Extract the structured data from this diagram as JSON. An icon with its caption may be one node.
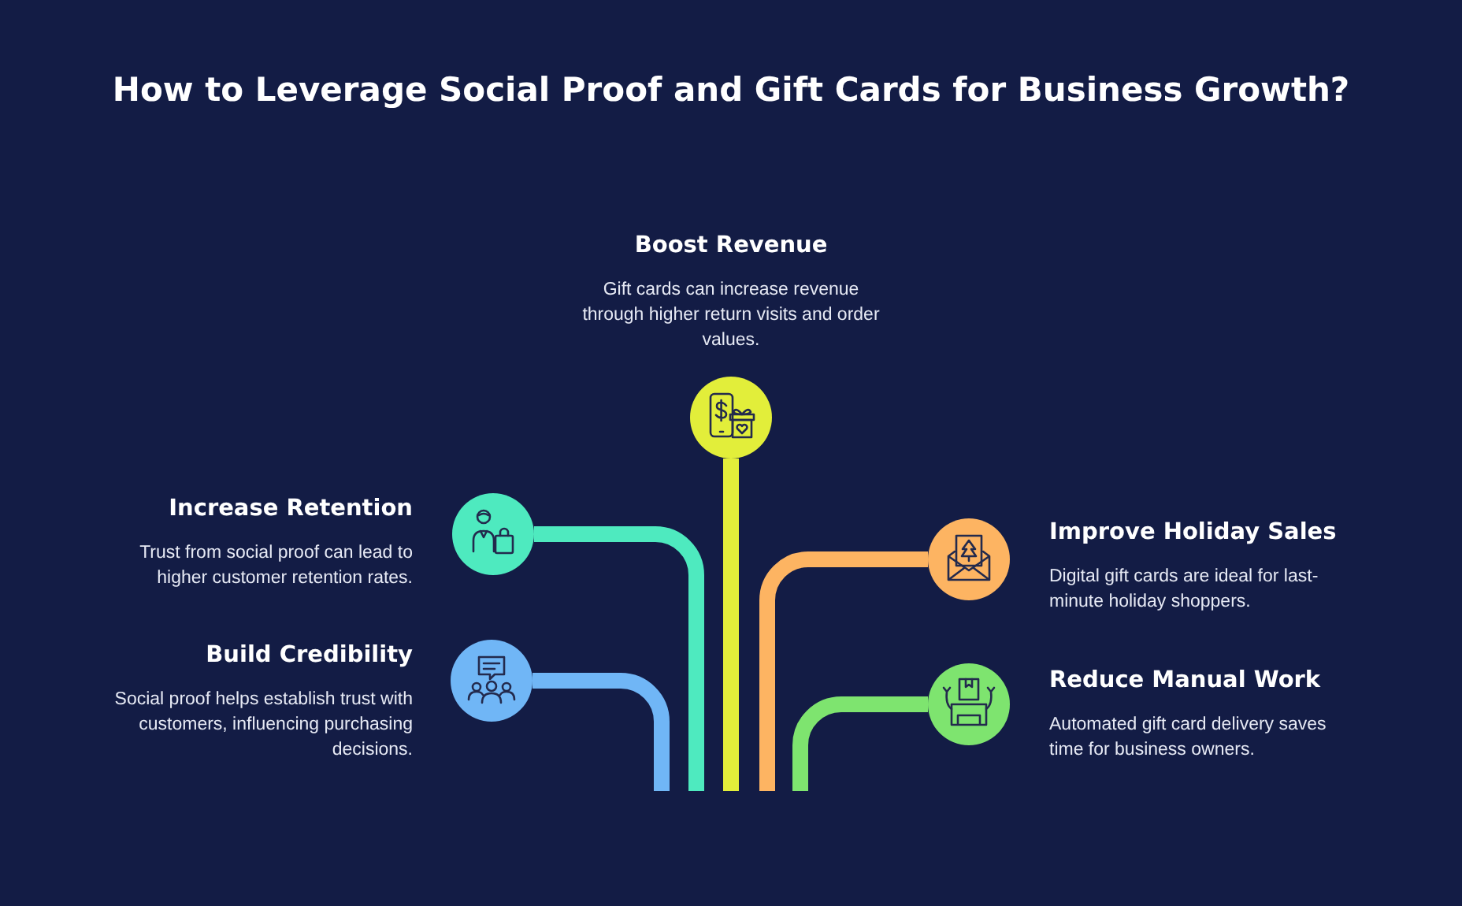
{
  "diagram": {
    "title": "How to Leverage Social Proof and Gift Cards for Business Growth?",
    "nodes": [
      {
        "text": [],
        "shape": "circle",
        "beside": [
          "Boost Revenue",
          "Gift cards can increase revenue through higher return visits and order values."
        ]
      },
      {
        "text": [],
        "shape": "circle",
        "beside": [
          "Increase Retention",
          "Trust from social proof can lead to higher customer retention rates."
        ]
      },
      {
        "text": [],
        "shape": "circle",
        "beside": [
          "Improve Holiday Sales",
          "Digital gift cards are ideal for last-minute holiday shoppers."
        ]
      },
      {
        "text": [],
        "shape": "circle",
        "beside": [
          "Build Credibility",
          "Social proof helps establish trust with customers, influencing purchasing decisions."
        ]
      },
      {
        "text": [],
        "shape": "circle",
        "beside": [
          "Reduce Manual Work",
          "Automated gift card delivery saves time for business owners."
        ]
      }
    ],
    "edges": [
      {
        "from": null,
        "to": 0,
        "arrow": "none",
        "color": "#e2ee3a"
      },
      {
        "from": null,
        "to": 1,
        "arrow": "none",
        "color": "#4eeabf"
      },
      {
        "from": null,
        "to": 2,
        "arrow": "none",
        "color": "#fdb462"
      },
      {
        "from": null,
        "to": 3,
        "arrow": "none",
        "color": "#70b6f6"
      },
      {
        "from": null,
        "to": 4,
        "arrow": "none",
        "color": "#7ee46f"
      }
    ]
  }
}
